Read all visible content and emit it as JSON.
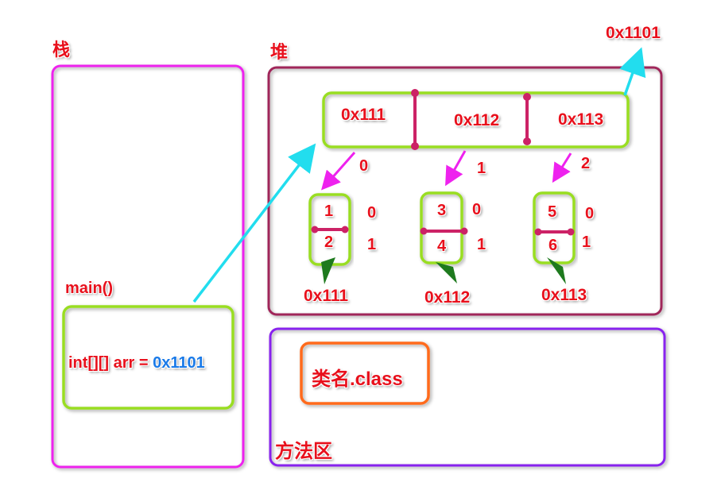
{
  "stack": {
    "label": "栈",
    "frame_label": "main()",
    "var_text": "int[][] arr = ",
    "var_value": "0x1101"
  },
  "heap": {
    "label": "堆",
    "outer_addr": "0x1101",
    "outer_slots": [
      "0x111",
      "0x112",
      "0x113"
    ],
    "outer_indices": [
      "0",
      "1",
      "2"
    ],
    "inner_arrays": [
      {
        "values": [
          "1",
          "2"
        ],
        "indices": [
          "0",
          "1"
        ],
        "addr": "0x111"
      },
      {
        "values": [
          "3",
          "4"
        ],
        "indices": [
          "0",
          "1"
        ],
        "addr": "0x112"
      },
      {
        "values": [
          "5",
          "6"
        ],
        "indices": [
          "0",
          "1"
        ],
        "addr": "0x113"
      }
    ]
  },
  "method_area": {
    "label": "方法区",
    "class_label": "类名.class"
  },
  "colors": {
    "stack_border": "#ee22ee",
    "heap_border": "#a0285a",
    "method_border": "#8822ee",
    "array_border": "#99dd22",
    "class_border": "#ff6a1a",
    "pointer": "#22ddee",
    "index_arrow": "#ee22ee",
    "divider": "#cc2266",
    "down_arrow": "#1e7a1e"
  }
}
